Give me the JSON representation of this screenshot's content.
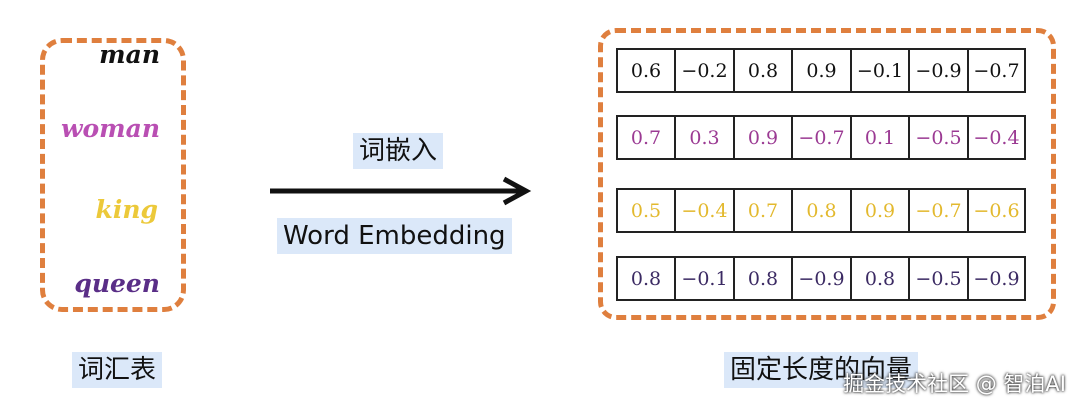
{
  "vocabulary": {
    "words": [
      {
        "text": "man",
        "color": "#111111"
      },
      {
        "text": "woman",
        "color": "#b94fb3"
      },
      {
        "text": "king",
        "color": "#ecc93a"
      },
      {
        "text": "queen",
        "color": "#5a2e87"
      }
    ],
    "caption": "词汇表"
  },
  "arrow": {
    "label_cn": "词嵌入",
    "label_en": "Word Embedding"
  },
  "vectors": {
    "rows": [
      {
        "color": "#111111",
        "values": [
          "0.6",
          "−0.2",
          "0.8",
          "0.9",
          "−0.1",
          "−0.9",
          "−0.7"
        ]
      },
      {
        "color": "#9b3a93",
        "values": [
          "0.7",
          "0.3",
          "0.9",
          "−0.7",
          "0.1",
          "−0.5",
          "−0.4"
        ]
      },
      {
        "color": "#e3b92e",
        "values": [
          "0.5",
          "−0.4",
          "0.7",
          "0.8",
          "0.9",
          "−0.7",
          "−0.6"
        ]
      },
      {
        "color": "#3b2a63",
        "values": [
          "0.8",
          "−0.1",
          "0.8",
          "−0.9",
          "0.8",
          "−0.5",
          "−0.9"
        ]
      }
    ],
    "caption": "固定长度的向量"
  },
  "watermark": "掘金技术社区 @ 智泊AI"
}
